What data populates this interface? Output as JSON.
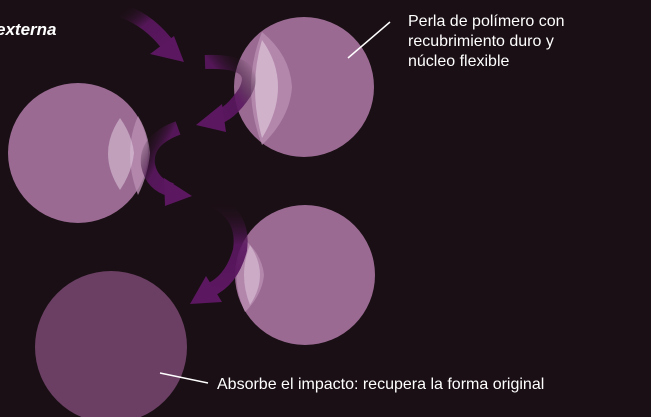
{
  "labels": {
    "external_force": "externa",
    "particle": "Perla de polímero con\nrecubrimiento duro y\nnúcleo flexible",
    "result": "Absorbe el impacto: recupera la forma original"
  },
  "colors": {
    "background": "#1a0f14",
    "particle": "#9a6a93",
    "particle_deformed_dark": "#6a3f63",
    "highlight": "#e8d6e6",
    "arrow": "#5b1760",
    "leader_line": "#ffffff"
  },
  "icons": {
    "arrow": "curved-arrow-icon"
  }
}
